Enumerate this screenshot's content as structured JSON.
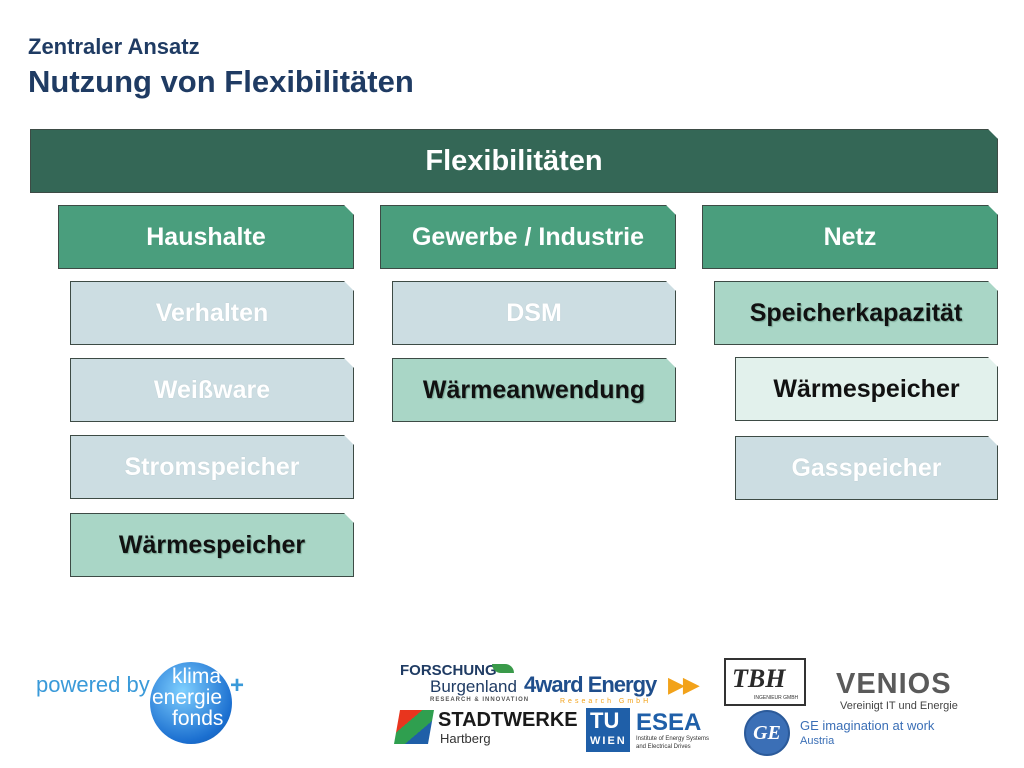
{
  "header": {
    "subtitle": "Zentraler Ansatz",
    "title": "Nutzung von Flexibilitäten"
  },
  "diagram": {
    "root": "Flexibilitäten",
    "columns": [
      {
        "label": "Haushalte",
        "items": [
          "Verhalten",
          "Weißware",
          "Stromspeicher",
          "Wärmespeicher"
        ]
      },
      {
        "label": "Gewerbe / Industrie",
        "items": [
          "DSM",
          "Wärmeanwendung"
        ]
      },
      {
        "label": "Netz",
        "items": [
          "Speicherkapazität",
          "Wärmespeicher",
          "Gasspeicher"
        ]
      }
    ]
  },
  "footer": {
    "powered_by": "powered by",
    "klima_fonds": {
      "line1": "klima",
      "line2": "energie",
      "line3": "fonds",
      "plus": "+"
    },
    "forschung": {
      "name1": "FORSCHUNG",
      "name2": "Burgenland",
      "tagline": "RESEARCH & INNOVATION"
    },
    "fourward": {
      "name": "4ward Energy",
      "tagline": "Research GmbH"
    },
    "tbh": {
      "name": "TBH",
      "tagline": "INGENIEUR GMBH"
    },
    "venios": {
      "name": "VENIOS",
      "tagline": "Vereinigt IT und Energie"
    },
    "stadtwerke": {
      "name": "STADTWERKE",
      "city": "Hartberg"
    },
    "tuwien": {
      "tu": "TU",
      "wien": "WIEN",
      "esea": "ESEA",
      "esea_tagline1": "Institute of Energy Systems",
      "esea_tagline2": "and Electrical Drives"
    },
    "ge": {
      "mark": "GE",
      "slogan": "GE imagination at work",
      "country": "Austria"
    }
  },
  "colors": {
    "title": "#1f3b63",
    "banner": "#346756",
    "category": "#4a9e7d",
    "pale": "#ccdde2",
    "mint": "#a9d6c6",
    "light_mint": "#e2f1ec"
  }
}
